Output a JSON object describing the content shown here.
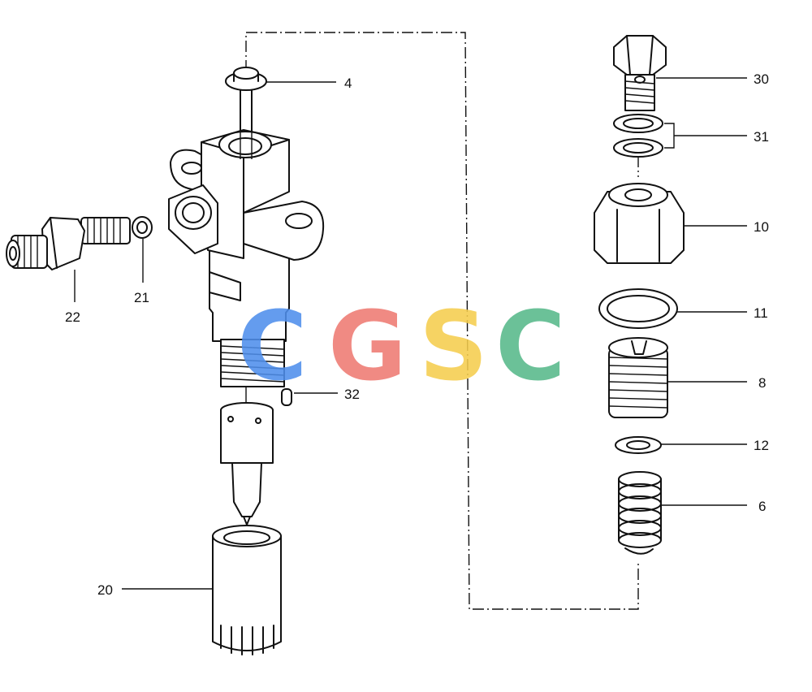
{
  "callouts": [
    {
      "id": "c4",
      "text": "4"
    },
    {
      "id": "c30",
      "text": "30"
    },
    {
      "id": "c31",
      "text": "31"
    },
    {
      "id": "c10",
      "text": "10"
    },
    {
      "id": "c11",
      "text": "11"
    },
    {
      "id": "c8",
      "text": "8"
    },
    {
      "id": "c12",
      "text": "12"
    },
    {
      "id": "c6",
      "text": "6"
    },
    {
      "id": "c21",
      "text": "21"
    },
    {
      "id": "c22",
      "text": "22"
    },
    {
      "id": "c32",
      "text": "32"
    },
    {
      "id": "c20",
      "text": "20"
    }
  ],
  "watermark": {
    "letters": [
      "C",
      "G",
      "S",
      "C"
    ],
    "colors": [
      "#4f8fec",
      "#ee7a72",
      "#f5cd4e",
      "#57b98a"
    ]
  }
}
